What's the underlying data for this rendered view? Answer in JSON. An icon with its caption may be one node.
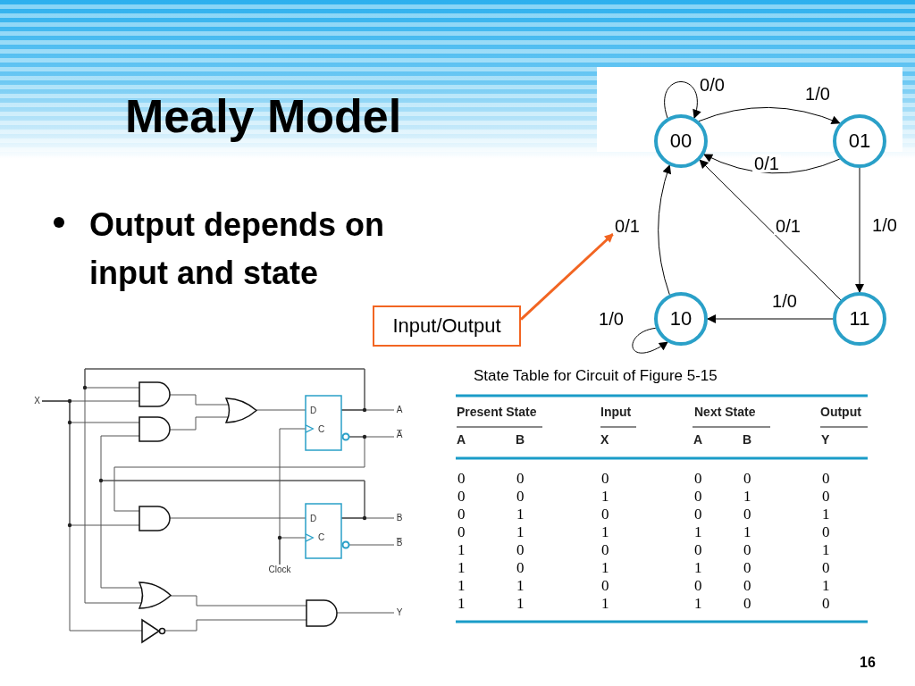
{
  "diagram": {
    "title": "Mealy Model",
    "nodes": [
      {
        "text": [
          "00"
        ]
      },
      {
        "text": [
          "01"
        ]
      },
      {
        "text": [
          "10"
        ]
      },
      {
        "text": [
          "11"
        ]
      },
      {
        "text": [
          "Input/Output"
        ]
      },
      {
        "text": [
          "X"
        ]
      },
      {
        "text": [],
        "shape": "and-gate"
      },
      {
        "text": [],
        "shape": "and-gate"
      },
      {
        "text": [],
        "shape": "or-gate"
      },
      {
        "text": [
          "D",
          "C"
        ]
      },
      {
        "text": [
          "A"
        ]
      },
      {
        "text": [
          "A̅"
        ]
      },
      {
        "text": [],
        "shape": "and-gate"
      },
      {
        "text": [
          "D",
          "C"
        ]
      },
      {
        "text": [
          "B"
        ]
      },
      {
        "text": [
          "B̅"
        ]
      },
      {
        "text": [
          "Clock"
        ]
      },
      {
        "text": [],
        "shape": "or-gate"
      },
      {
        "text": [],
        "shape": "not-gate"
      },
      {
        "text": [],
        "shape": "and-gate"
      },
      {
        "text": [
          "Y"
        ]
      }
    ],
    "edges": [
      {
        "from": 0,
        "to": 0,
        "arrow": "to",
        "label": "0/0"
      },
      {
        "from": 0,
        "to": 1,
        "arrow": "to",
        "label": "1/0"
      },
      {
        "from": 1,
        "to": 0,
        "arrow": "to",
        "label": "0/1"
      },
      {
        "from": 1,
        "to": 3,
        "arrow": "to",
        "label": "1/0"
      },
      {
        "from": 3,
        "to": 0,
        "arrow": "to",
        "label": "0/1"
      },
      {
        "from": 3,
        "to": 2,
        "arrow": "to",
        "label": "1/0"
      },
      {
        "from": 2,
        "to": 0,
        "arrow": "to",
        "label": "0/1"
      },
      {
        "from": 2,
        "to": 2,
        "arrow": "to",
        "label": "1/0"
      },
      {
        "from": 4,
        "to": null,
        "arrow": "to",
        "style": "thick",
        "color": "#f26522"
      },
      {
        "from": 5,
        "to": 6,
        "arrow": "none"
      },
      {
        "from": 5,
        "to": 7,
        "arrow": "none"
      },
      {
        "from": 5,
        "to": 12,
        "arrow": "none"
      },
      {
        "from": 5,
        "to": 18,
        "arrow": "none"
      },
      {
        "from": 9,
        "to": 10,
        "arrow": "none"
      },
      {
        "from": 9,
        "to": 6,
        "arrow": "none"
      },
      {
        "from": 9,
        "to": 17,
        "arrow": "none"
      },
      {
        "from": 9,
        "to": 11,
        "arrow": "none"
      },
      {
        "from": 9,
        "to": 12,
        "arrow": "none"
      },
      {
        "from": 13,
        "to": 14,
        "arrow": "none"
      },
      {
        "from": 13,
        "to": 7,
        "arrow": "none"
      },
      {
        "from": 13,
        "to": 17,
        "arrow": "none"
      },
      {
        "from": 13,
        "to": 15,
        "arrow": "none"
      },
      {
        "from": 6,
        "to": 8,
        "arrow": "none"
      },
      {
        "from": 7,
        "to": 8,
        "arrow": "none"
      },
      {
        "from": 8,
        "to": 9,
        "arrow": "none"
      },
      {
        "from": 12,
        "to": 13,
        "arrow": "none"
      },
      {
        "from": 16,
        "to": 9,
        "arrow": "to"
      },
      {
        "from": 16,
        "to": 13,
        "arrow": "to"
      },
      {
        "from": 17,
        "to": 19,
        "arrow": "none"
      },
      {
        "from": 18,
        "to": 19,
        "arrow": "none"
      },
      {
        "from": 19,
        "to": 20,
        "arrow": "none"
      }
    ],
    "labels": [
      "Output depends on input and state",
      "State Table for Circuit of Figure 5-15",
      "Present State",
      "Input",
      "Next State",
      "Output",
      "A",
      "B",
      "X",
      "A",
      "B",
      "Y",
      "0",
      "0",
      "0",
      "0",
      "0",
      "0",
      "0",
      "0",
      "1",
      "0",
      "1",
      "0",
      "0",
      "1",
      "0",
      "0",
      "0",
      "1",
      "0",
      "1",
      "1",
      "1",
      "1",
      "0",
      "1",
      "0",
      "0",
      "0",
      "0",
      "1",
      "1",
      "0",
      "1",
      "1",
      "0",
      "0",
      "1",
      "1",
      "0",
      "0",
      "0",
      "1",
      "1",
      "1",
      "1",
      "1",
      "0",
      "0",
      "16"
    ]
  }
}
